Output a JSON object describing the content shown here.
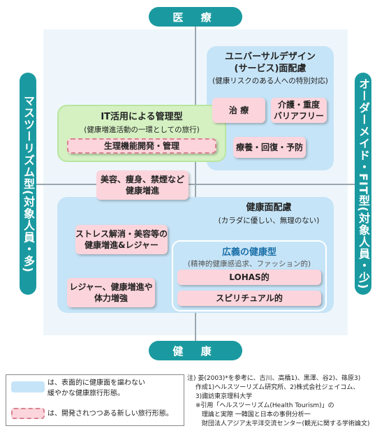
{
  "axes": {
    "top": "医 療",
    "bottom": "健 康",
    "left": "マスツーリズム型(対象人員・多)",
    "right": "オーダーメイド・FIT型(対象人員・少)"
  },
  "universal": {
    "title": "ユニバーサルデザイン\n(サービス)面配慮",
    "subtitle": "(健康リスクのある人への特別対応)",
    "items": [
      "治 療",
      "介護・重度\nバリアフリー",
      "療養・回復・予防"
    ]
  },
  "it": {
    "title": "IT活用による管理型",
    "subtitle": "(健康増進活動の一環としての旅行)",
    "item": "生理機能開発・管理"
  },
  "center_item": "美容、痩身、禁煙など\n健康増進",
  "health": {
    "title": "健康面配慮",
    "subtitle": "(カラダに優しい、無理のない)",
    "items": [
      "ストレス解消・美容等の\n健康増進&レジャー",
      "レジャー、健康増進や\n体力増強"
    ]
  },
  "broad": {
    "title": "広義の健康型",
    "subtitle": "(精神的健康感追求、ファッション的)",
    "items": [
      "LOHAS的",
      "スピリチュアル的"
    ]
  },
  "legend": {
    "blue": "は、表面的に健康面を謳わない\n緩やかな健康旅行形態。",
    "pink": "は、開発されつつある新しい旅行形態。"
  },
  "note": "注) 姜(2003)*を参考に、古川、高橋1)、黒澤、谷2)、篠原3)\n　 作成1)ヘルスツーリズム研究所、2)株式会社ジェイコム、\n　 3)諏訪東京理科大学\n　 ※引用「ヘルスツーリズム(Health Tourism)」の\n　　 理論と実際 一韓国と日本の事例分析一\n　　 財団法人アジア太平洋交流センター(観光に関する学術論文)",
  "colors": {
    "axis": "#1a9aa0",
    "blue_box": "#c6e4f7",
    "green_box": "#d5f1c2",
    "pink": "#fcd5dc",
    "pink_border": "#d9838f"
  }
}
